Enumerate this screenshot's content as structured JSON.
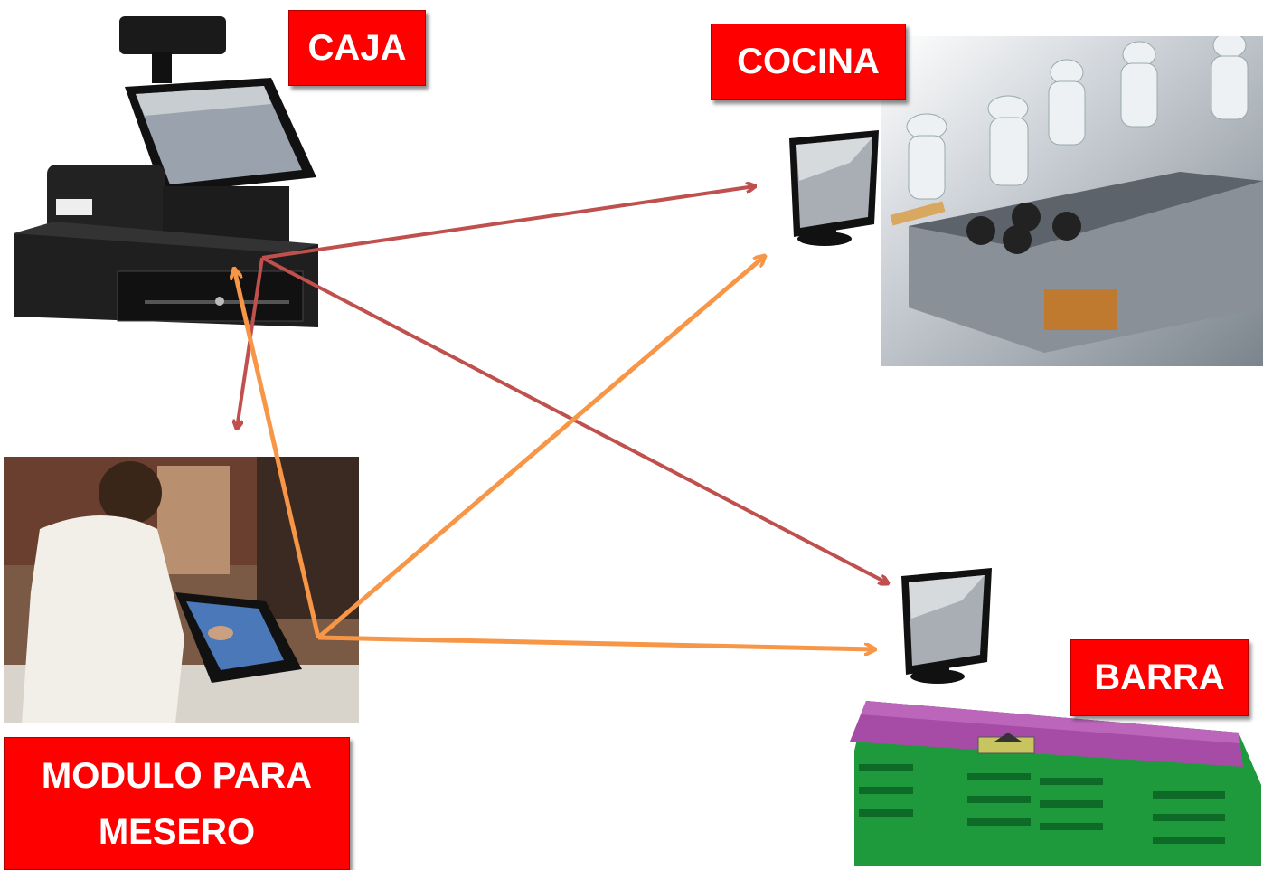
{
  "labels": {
    "caja": "CAJA",
    "cocina": "COCINA",
    "barra": "BARRA",
    "mesero_line1": "MODULO PARA",
    "mesero_line2": "MESERO"
  },
  "colors": {
    "label_bg": "#ff0000",
    "label_text": "#ffffff",
    "arrow_red": "#c0504d",
    "arrow_orange": "#f79646",
    "counter_top": "#a64ca6",
    "counter_body": "#22aa44"
  }
}
